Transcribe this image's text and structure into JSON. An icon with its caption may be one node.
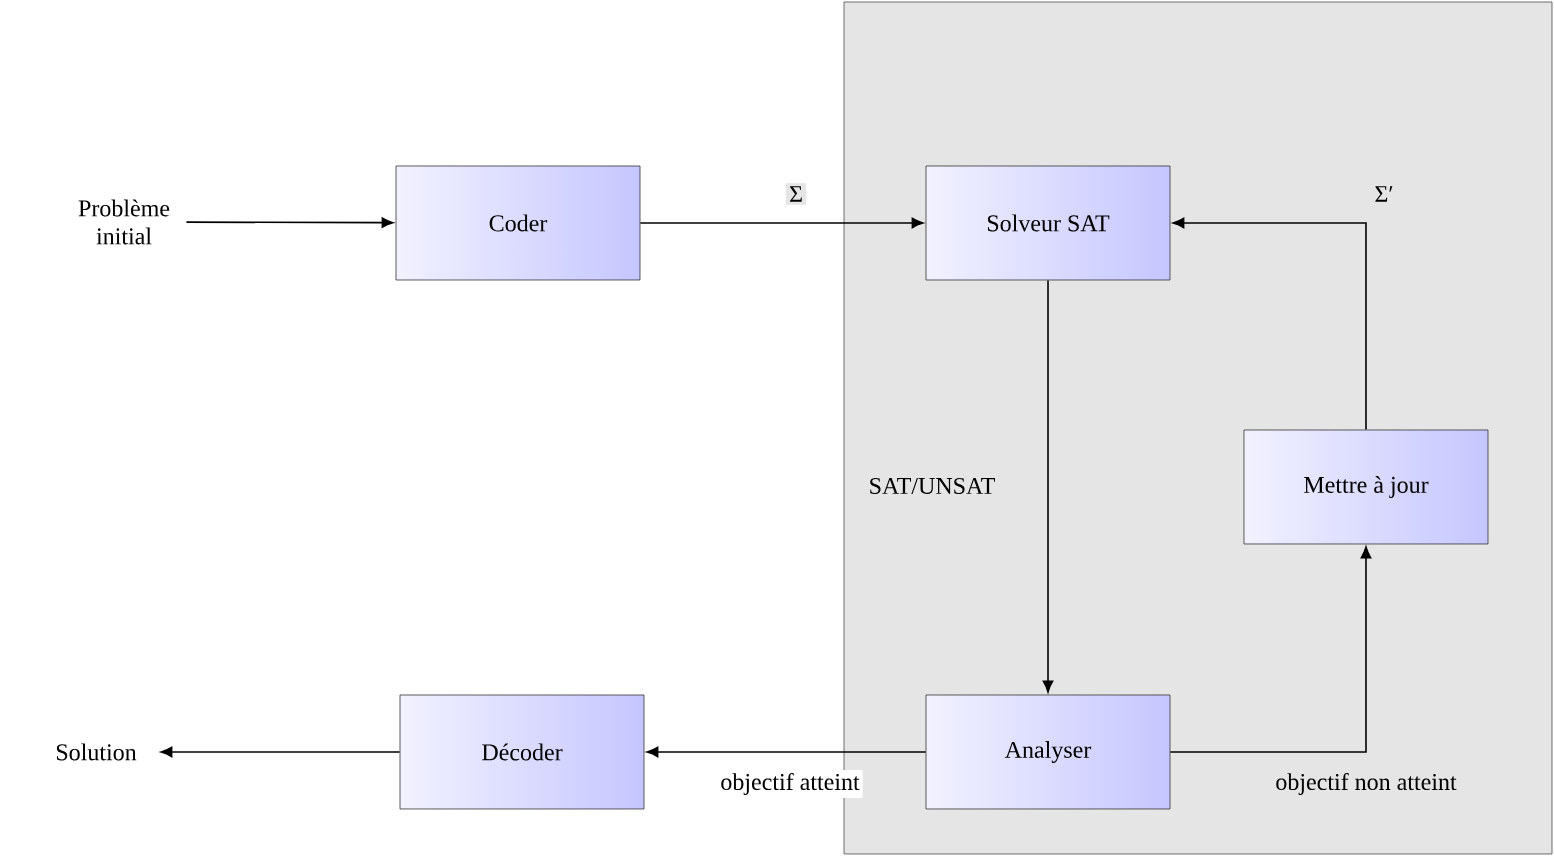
{
  "diagram": {
    "nodes": [
      {
        "text": [
          "Problème initial"
        ]
      },
      {
        "text": [
          "Coder"
        ]
      },
      {
        "text": [],
        "shape": "box"
      },
      {
        "text": [
          "Solveur SAT"
        ],
        "in": 2
      },
      {
        "text": [
          "Mettre à jour"
        ],
        "in": 2
      },
      {
        "text": [
          "Analyser"
        ],
        "in": 2
      },
      {
        "text": [
          "Décoder"
        ]
      },
      {
        "text": [
          "Solution"
        ]
      }
    ],
    "edges": [
      {
        "from": 0,
        "to": 1,
        "arrow": "to"
      },
      {
        "from": 1,
        "to": 3,
        "arrow": "to",
        "label": "Σ"
      },
      {
        "from": 4,
        "to": 3,
        "arrow": "to",
        "label": "Σ′"
      },
      {
        "from": 3,
        "to": 5,
        "arrow": "to",
        "label": "SAT/UNSAT"
      },
      {
        "from": 5,
        "to": 6,
        "arrow": "to",
        "label": "objectif atteint"
      },
      {
        "from": 5,
        "to": 4,
        "arrow": "to",
        "label": "objectif non atteint"
      },
      {
        "from": 6,
        "to": 7,
        "arrow": "to"
      }
    ]
  }
}
